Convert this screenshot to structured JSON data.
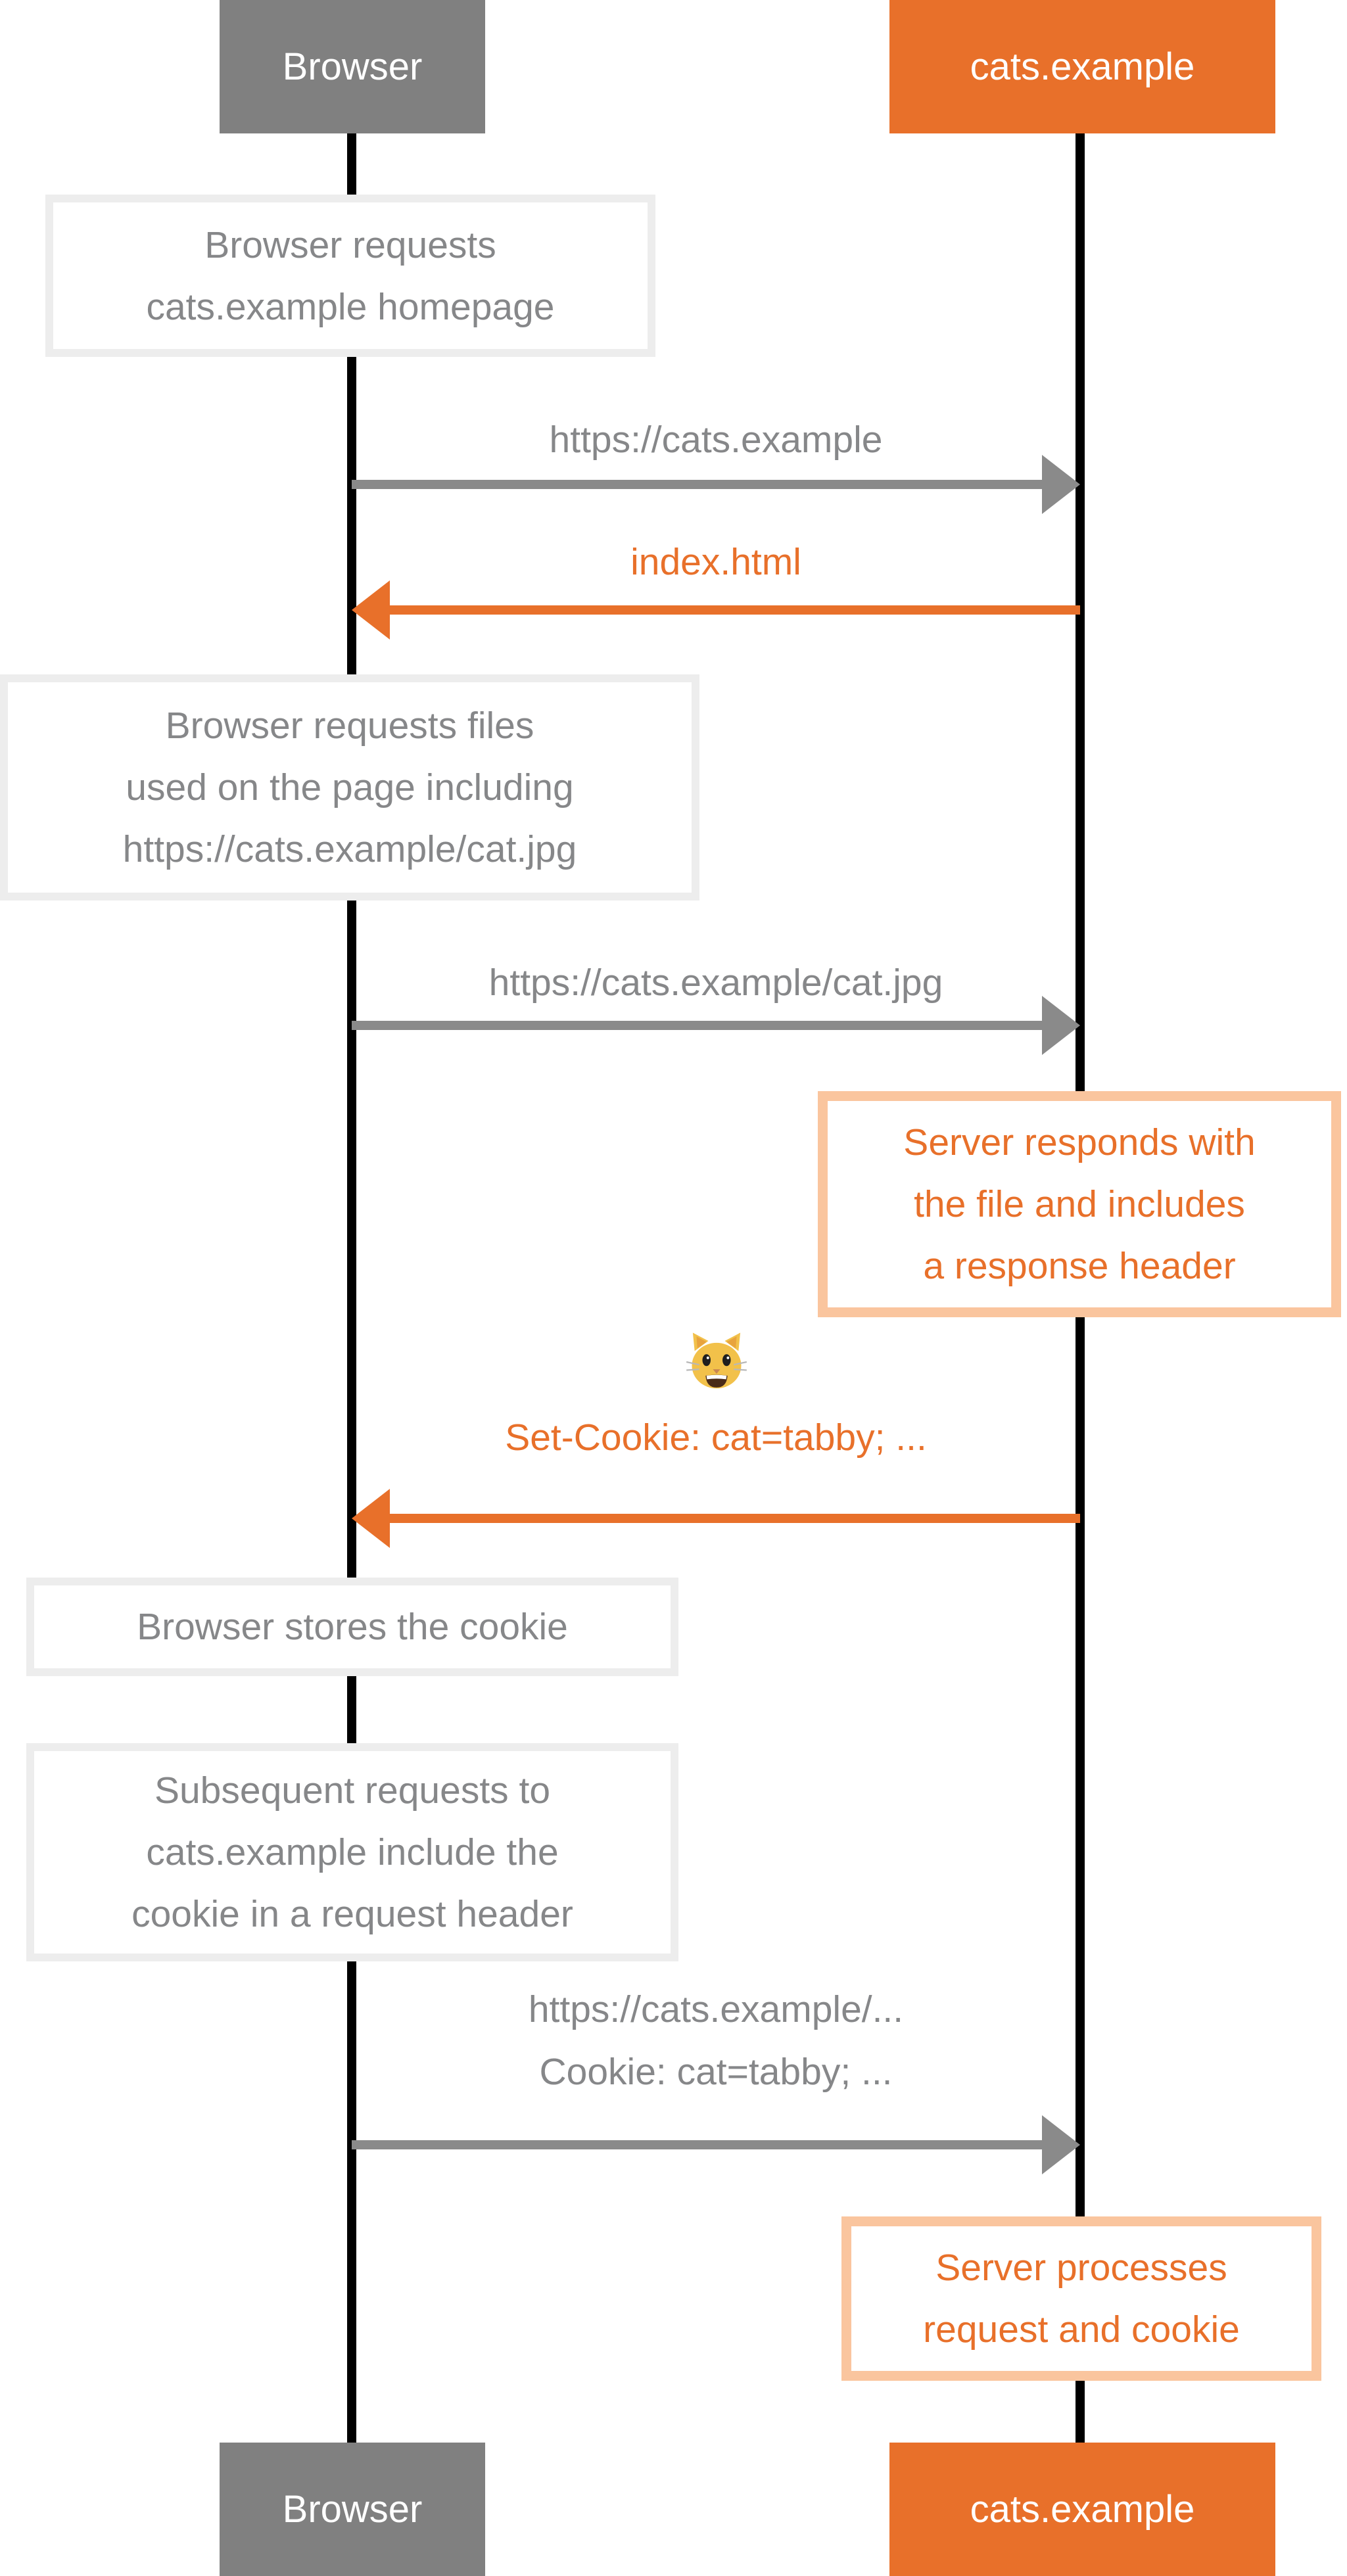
{
  "colors": {
    "orange": "#E8702A",
    "peach_border": "#FAC59E",
    "actor_gray": "#808080",
    "note_border_gray": "#EDEDED",
    "text_gray": "#868789",
    "arrow_gray": "#8A8A8A",
    "lifeline_black": "#000000"
  },
  "actors": {
    "browser": {
      "label": "Browser"
    },
    "server": {
      "label": "cats.example"
    }
  },
  "notes": {
    "browser_requests_homepage": {
      "lines": [
        "Browser requests",
        "cats.example homepage"
      ]
    },
    "browser_requests_files": {
      "lines": [
        "Browser requests files",
        "used on the page including",
        "https://cats.example/cat.jpg"
      ]
    },
    "server_responds": {
      "lines": [
        "Server responds with",
        "the file and includes",
        "a response header"
      ]
    },
    "browser_stores_cookie": {
      "lines": [
        "Browser stores the cookie"
      ]
    },
    "subsequent_requests": {
      "lines": [
        "Subsequent requests to",
        "cats.example include the",
        "cookie in a request header"
      ]
    },
    "server_processes": {
      "lines": [
        "Server processes",
        "request and cookie"
      ]
    }
  },
  "messages": {
    "homepage_request": {
      "label": "https://cats.example",
      "direction": "right"
    },
    "index_response": {
      "label": "index.html",
      "direction": "left"
    },
    "catjpg_request": {
      "label": "https://cats.example/cat.jpg",
      "direction": "right"
    },
    "set_cookie_response": {
      "label": "Set-Cookie: cat=tabby; ...",
      "emoji": "😺",
      "direction": "left"
    },
    "cookie_request": {
      "lines": [
        "https://cats.example/...",
        "Cookie: cat=tabby; ..."
      ],
      "direction": "right"
    }
  }
}
